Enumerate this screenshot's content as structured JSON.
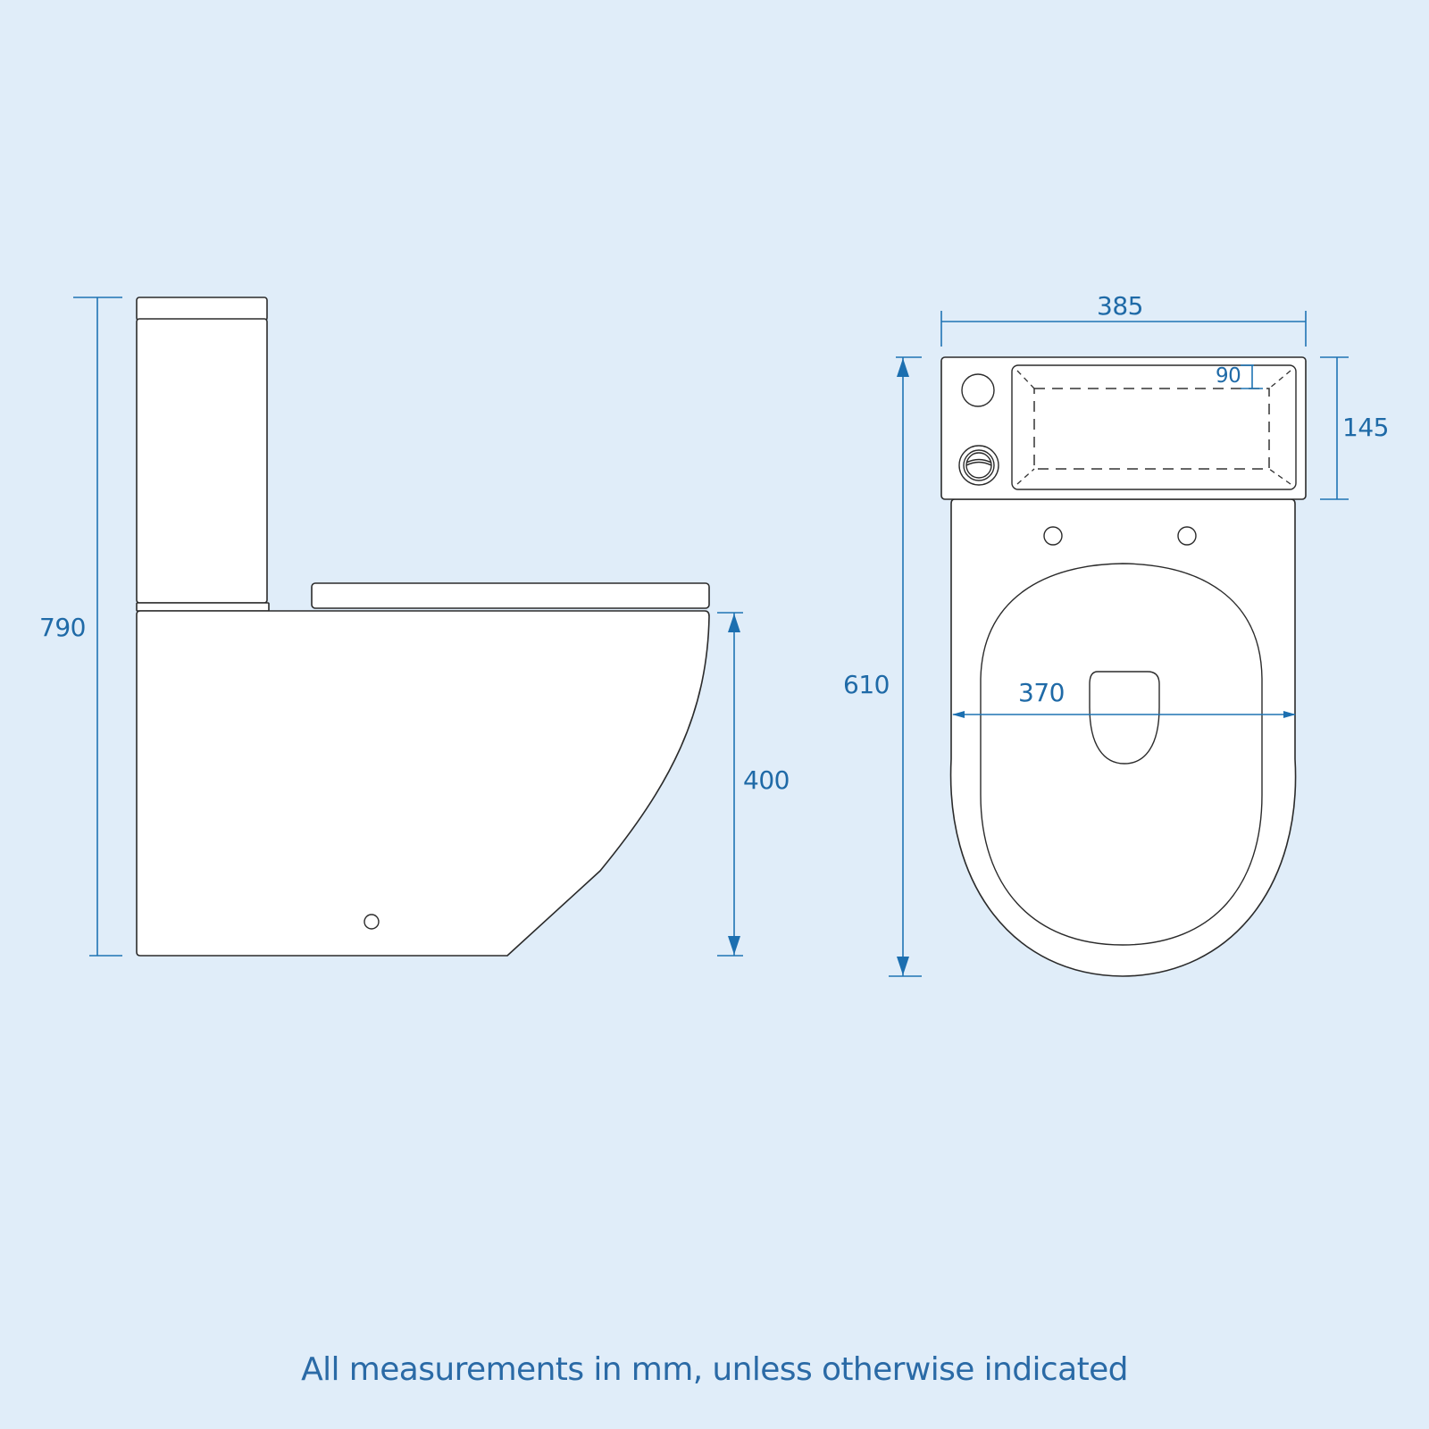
{
  "diagram": {
    "subject": "Close-coupled toilet technical drawing",
    "views": [
      {
        "name": "side-view"
      },
      {
        "name": "top-view"
      }
    ],
    "colors": {
      "background": "#e0edf9",
      "dimension": "#1f74b4",
      "label": "#1f6aa7",
      "outline": "#2b2b2b",
      "fill": "#ffffff"
    }
  },
  "dimensions": {
    "overall_height": "790",
    "seat_height": "400",
    "overall_width": "385",
    "cistern_depth": "145",
    "cistern_inner": "90",
    "overall_projection": "610",
    "bowl_width": "370"
  },
  "footer": {
    "note": "All measurements in mm, unless otherwise indicated"
  }
}
